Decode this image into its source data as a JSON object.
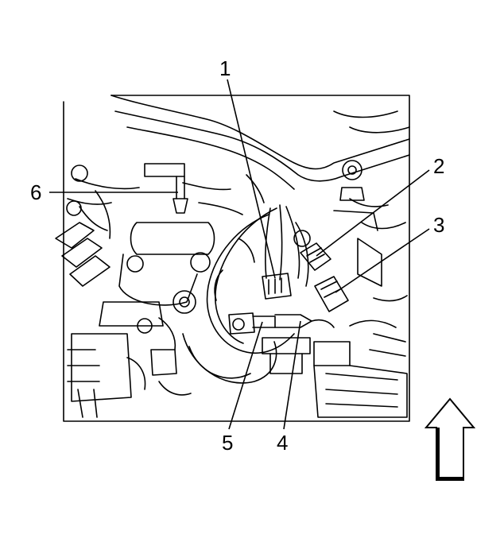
{
  "callouts": [
    {
      "id": "1",
      "label": "1"
    },
    {
      "id": "2",
      "label": "2"
    },
    {
      "id": "3",
      "label": "3"
    },
    {
      "id": "4",
      "label": "4"
    },
    {
      "id": "5",
      "label": "5"
    },
    {
      "id": "6",
      "label": "6"
    }
  ],
  "orientation_arrow": {
    "icon": "up-arrow-icon",
    "direction": "up"
  },
  "colors": {
    "line": "#000000",
    "background": "#ffffff"
  }
}
